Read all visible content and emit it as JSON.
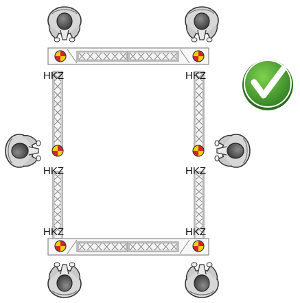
{
  "labels": {
    "top_left": "HKZ",
    "top_right": "HKZ",
    "mid_left": "HKZ",
    "mid_right": "HKZ",
    "bottom_left": "HKZ",
    "bottom_right": "HKZ"
  },
  "icons": {
    "status": "checkmark-icon",
    "connector": "pin-marker-icon",
    "person": "person-topview-icon"
  },
  "colors": {
    "check_fill": "#3e9a2c",
    "check_mark": "#ffffff",
    "truss_frame": "#8a8a8a",
    "marker_red": "#d8232a",
    "marker_yellow": "#f2d200"
  }
}
